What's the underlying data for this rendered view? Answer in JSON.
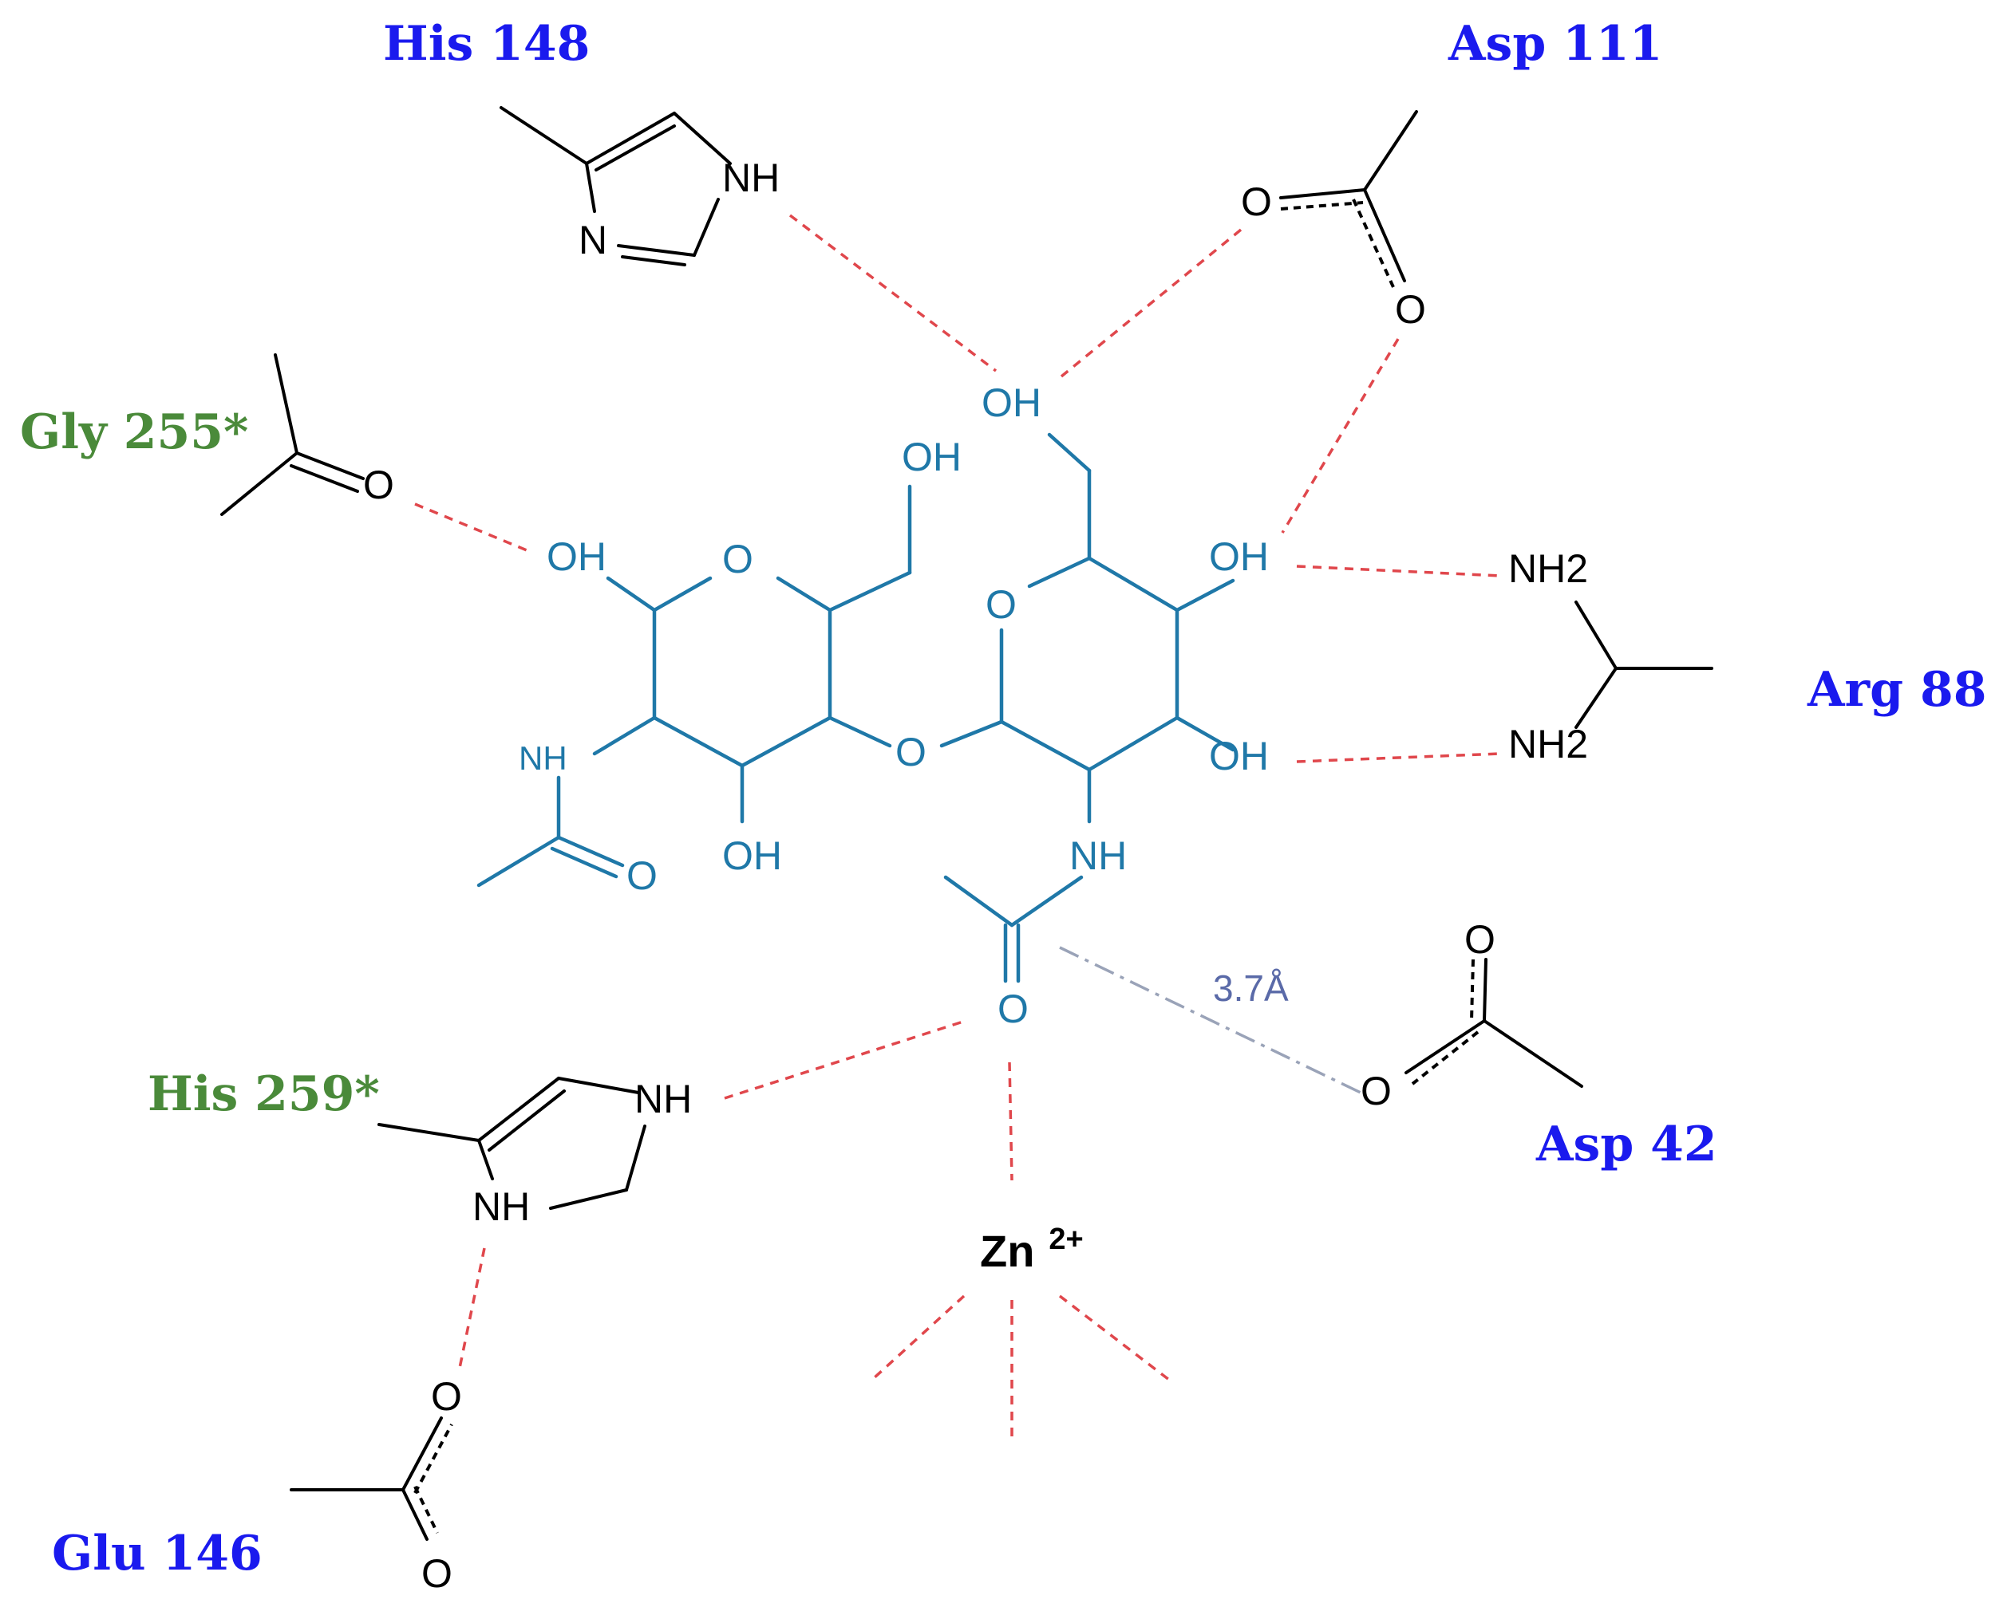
{
  "colors": {
    "residue": "#1a1aee",
    "residue_alt": "#4a8a3a",
    "ligand": "#1f78a8",
    "hbond": "#e0474c",
    "contact": "#9aa3b8",
    "distance_label": "#5a6aa8",
    "protein": "#000000"
  },
  "residues": {
    "his148": "His 148",
    "asp111": "Asp 111",
    "gly255": "Gly 255*",
    "arg88": "Arg 88",
    "his259": "His 259*",
    "asp42": "Asp 42",
    "glu146": "Glu 146"
  },
  "atoms": {
    "oh": "OH",
    "o": "O",
    "nh": "NH",
    "n": "N",
    "nh2": "NH2"
  },
  "metal": {
    "symbol": "Zn",
    "charge": "2+"
  },
  "distance": "3.7Å",
  "icons": [
    "imidazole-icon",
    "carboxylate-icon",
    "pyranose-ring-icon",
    "acetamide-icon",
    "guanidinium-icon"
  ]
}
